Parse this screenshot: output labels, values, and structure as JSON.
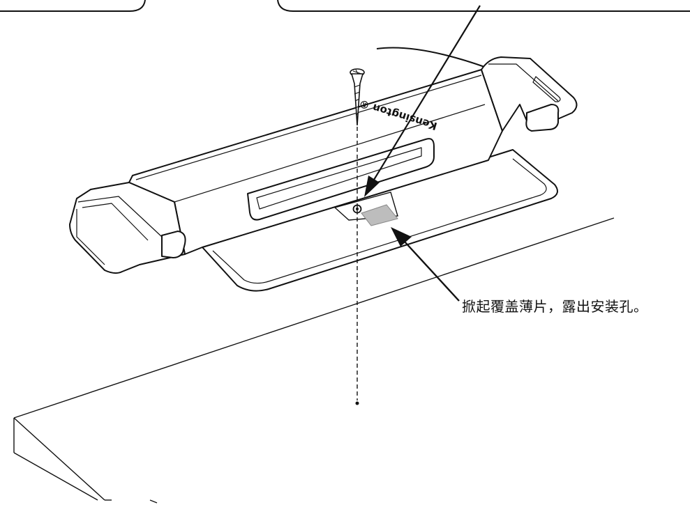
{
  "callouts": {
    "peel_film": "掀起覆盖薄片，露出安装孔。"
  },
  "device": {
    "brand": "Kensington ®"
  },
  "colors": {
    "line": "#111111",
    "film": "#bdbdbd",
    "background": "#ffffff"
  },
  "icons": {
    "screw": "screw-icon",
    "arrow": "arrow-pointer"
  }
}
